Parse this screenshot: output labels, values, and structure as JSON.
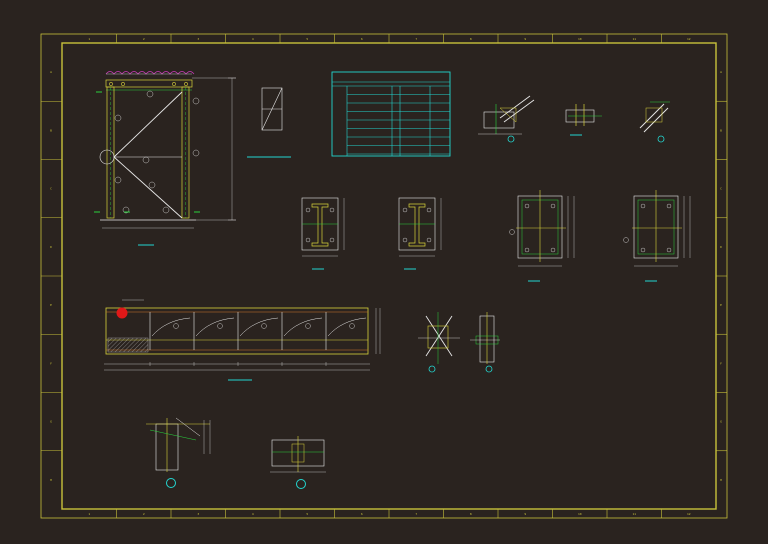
{
  "drawing": {
    "background": "#2a231f",
    "colors": {
      "frame": "#c8c23a",
      "line": "#e8e8e8",
      "dim": "#d8d8d8",
      "cyan": "#23d6d0",
      "green": "#29d23d",
      "yellow": "#d8d33b",
      "red": "#e01818",
      "magenta": "#c83ab8",
      "orange": "#d0782a"
    },
    "border_zone_labels_top": [
      "1",
      "2",
      "3",
      "4",
      "5",
      "6",
      "7",
      "8",
      "9",
      "10",
      "11",
      "12"
    ],
    "border_zone_labels_side": [
      "A",
      "B",
      "C",
      "D",
      "E",
      "F",
      "G",
      "H"
    ],
    "views": [
      {
        "id": "frame-elevation",
        "label": ""
      },
      {
        "id": "small-bracing-sketch",
        "label": ""
      },
      {
        "id": "title-table",
        "label": ""
      },
      {
        "id": "node-detail-1",
        "label": ""
      },
      {
        "id": "node-detail-2",
        "label": ""
      },
      {
        "id": "node-detail-3",
        "label": ""
      },
      {
        "id": "column-section-1",
        "label": ""
      },
      {
        "id": "column-section-2",
        "label": ""
      },
      {
        "id": "base-plate-1",
        "label": ""
      },
      {
        "id": "base-plate-2",
        "label": ""
      },
      {
        "id": "long-truss-elevation",
        "label": ""
      },
      {
        "id": "joint-detail-1",
        "label": ""
      },
      {
        "id": "joint-detail-2",
        "label": ""
      },
      {
        "id": "support-detail-1",
        "label": ""
      },
      {
        "id": "support-detail-2",
        "label": ""
      }
    ]
  }
}
